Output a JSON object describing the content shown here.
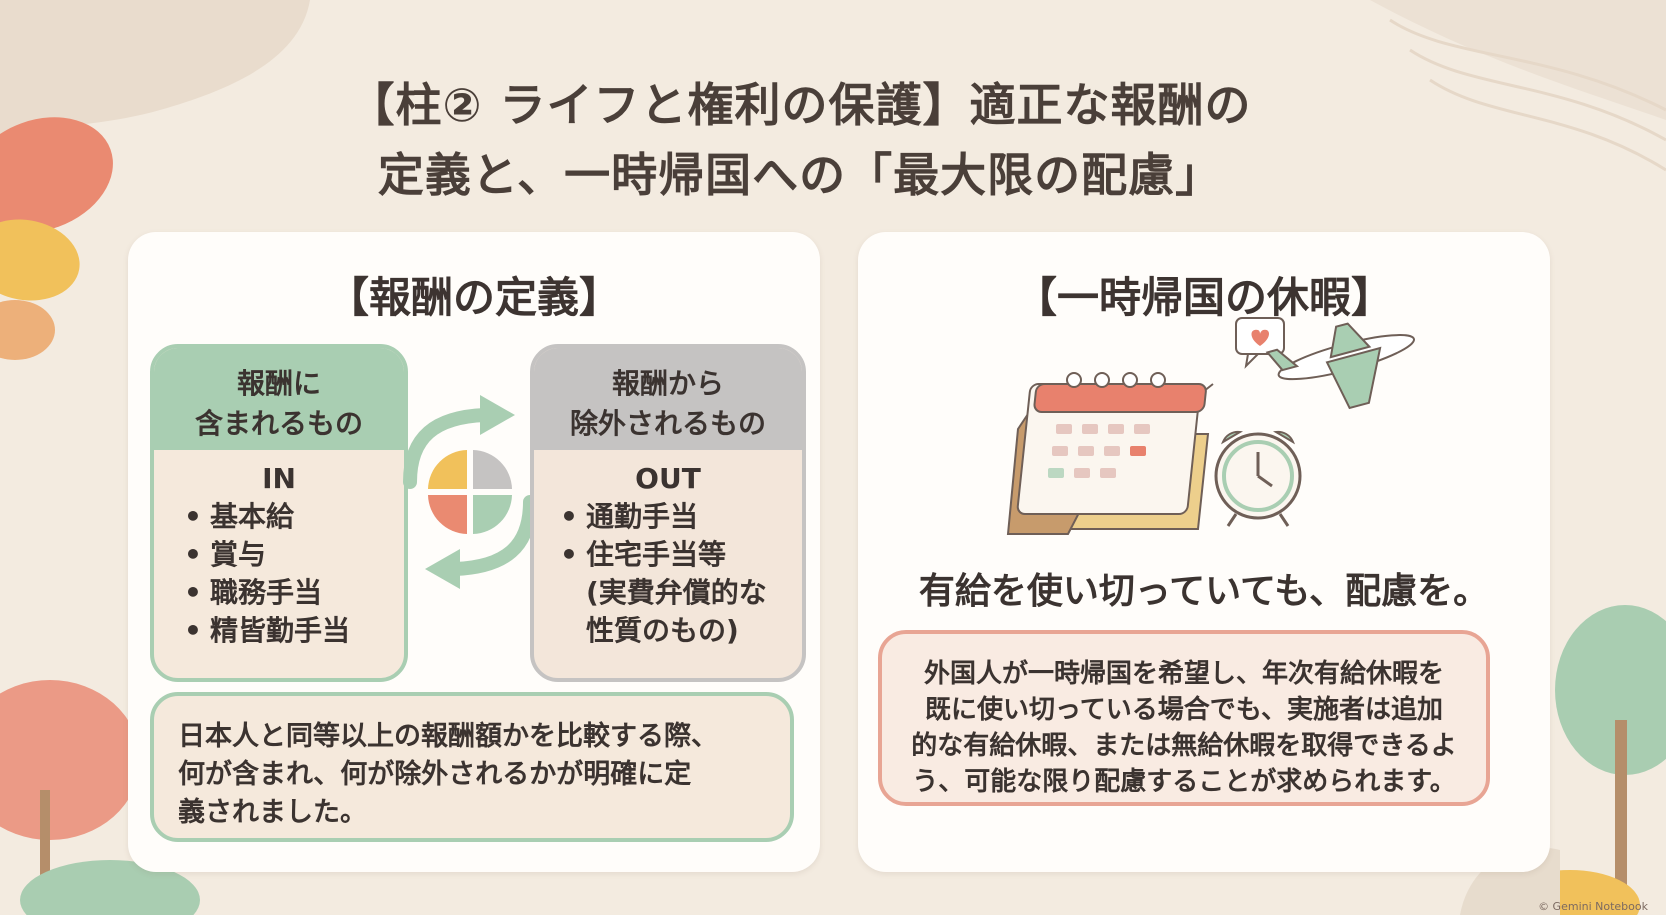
{
  "title": {
    "line1": "【柱② ライフと権利の保護】適正な報酬の",
    "line2": "定義と、一時帰国への「最大限の配慮」"
  },
  "left_panel": {
    "heading": "【報酬の定義】",
    "included": {
      "header_line1": "報酬に",
      "header_line2": "含まれるもの",
      "tag": "IN",
      "items": [
        "基本給",
        "賞与",
        "職務手当",
        "精皆勤手当"
      ]
    },
    "excluded": {
      "header_line1": "報酬から",
      "header_line2": "除外されるもの",
      "tag": "OUT",
      "items": [
        "通勤手当",
        "住宅手当等"
      ],
      "item_note_line1": "(実費弁償的な",
      "item_note_line2": "性質のもの)"
    },
    "note_lines": [
      "日本人と同等以上の報酬額かを比較する際、",
      "何が含まれ、何が除外されるかが明確に定",
      "義されました。"
    ]
  },
  "right_panel": {
    "heading": "【一時帰国の休暇】",
    "caption": "有給を使い切っていても、配慮を。",
    "note_lines": [
      "外国人が一時帰国を希望し、年次有給休暇を",
      "既に使い切っている場合でも、実施者は追加",
      "的な有給休暇、または無給休暇を取得できるよ",
      "う、可能な限り配慮することが求められます。"
    ]
  },
  "bullet_char": "•",
  "icons": {
    "cycle": "cycle-arrows-icon",
    "calendar": "calendar-icon",
    "airplane": "airplane-icon",
    "alarm_clock": "alarm-clock-icon",
    "heart_bubble": "heart-speech-bubble-icon"
  },
  "colors": {
    "background": "#f3ebe0",
    "green": "#a9ceb2",
    "gray": "#c5c3c2",
    "coral": "#e8a594"
  },
  "watermark": "© Gemini Notebook"
}
